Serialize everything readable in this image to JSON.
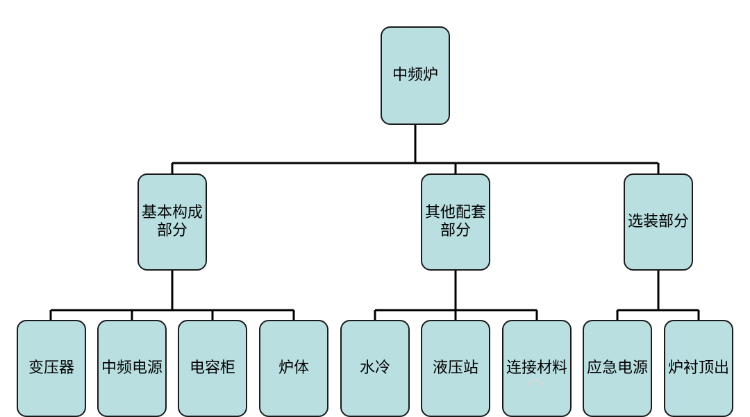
{
  "root": {
    "label": "中频炉"
  },
  "groups": [
    {
      "label_line1": "基本构成",
      "label_line2": "部分",
      "children": [
        "变压器",
        "中频电源",
        "电容柜",
        "炉体"
      ]
    },
    {
      "label_line1": "其他配套",
      "label_line2": "部分",
      "children": [
        "水冷",
        "液压站",
        "连接材料"
      ]
    },
    {
      "label_line1": "选装部分",
      "label_line2": "",
      "children": [
        "应急电源",
        "炉衬顶出"
      ]
    }
  ],
  "colors": {
    "box_fill": "#b9dfe1",
    "box_border": "#1a1a1a",
    "connector": "#000000"
  }
}
